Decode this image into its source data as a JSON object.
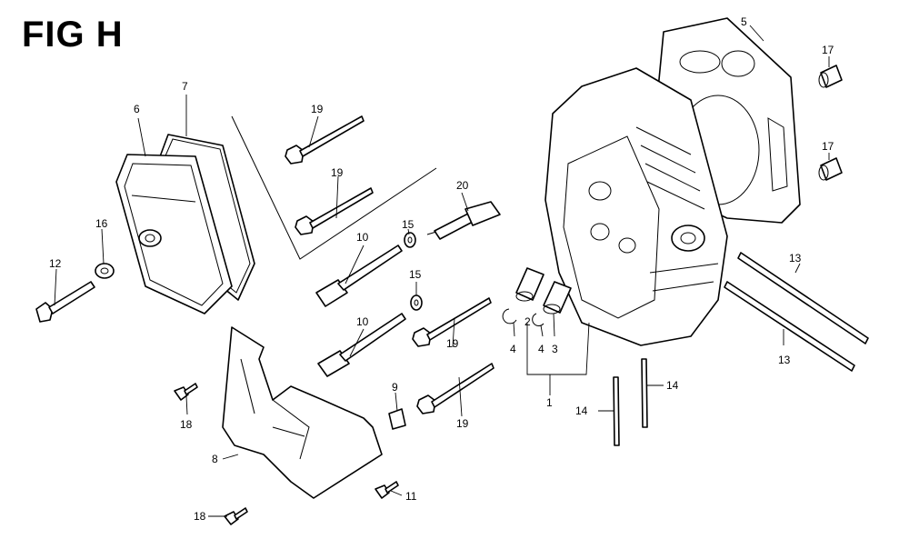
{
  "figure": {
    "title": "FIG H"
  },
  "callouts": [
    {
      "id": "c1",
      "label": "1"
    },
    {
      "id": "c2",
      "label": "2"
    },
    {
      "id": "c3",
      "label": "3"
    },
    {
      "id": "c4a",
      "label": "4"
    },
    {
      "id": "c4b",
      "label": "4"
    },
    {
      "id": "c5",
      "label": "5"
    },
    {
      "id": "c6",
      "label": "6"
    },
    {
      "id": "c7",
      "label": "7"
    },
    {
      "id": "c8",
      "label": "8"
    },
    {
      "id": "c9",
      "label": "9"
    },
    {
      "id": "c10a",
      "label": "10"
    },
    {
      "id": "c10b",
      "label": "10"
    },
    {
      "id": "c11",
      "label": "11"
    },
    {
      "id": "c12",
      "label": "12"
    },
    {
      "id": "c13a",
      "label": "13"
    },
    {
      "id": "c13b",
      "label": "13"
    },
    {
      "id": "c14a",
      "label": "14"
    },
    {
      "id": "c14b",
      "label": "14"
    },
    {
      "id": "c15a",
      "label": "15"
    },
    {
      "id": "c15b",
      "label": "15"
    },
    {
      "id": "c16",
      "label": "16"
    },
    {
      "id": "c17a",
      "label": "17"
    },
    {
      "id": "c17b",
      "label": "17"
    },
    {
      "id": "c18a",
      "label": "18"
    },
    {
      "id": "c18b",
      "label": "18"
    },
    {
      "id": "c19a",
      "label": "19"
    },
    {
      "id": "c19b",
      "label": "19"
    },
    {
      "id": "c19c",
      "label": "19"
    },
    {
      "id": "c19d",
      "label": "19"
    },
    {
      "id": "c20",
      "label": "20"
    }
  ]
}
